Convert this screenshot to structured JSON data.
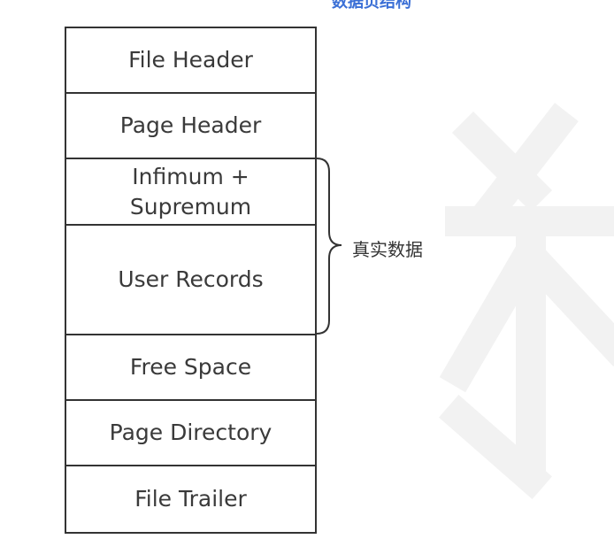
{
  "caption": {
    "top": "数据页结构"
  },
  "blocks": [
    {
      "name": "file-header-block",
      "label": "File Header"
    },
    {
      "name": "page-header-block",
      "label": "Page Header"
    },
    {
      "name": "infimum-supremum-block",
      "label": "Infimum +\nSupremum"
    },
    {
      "name": "user-records-block",
      "label": "User Records"
    },
    {
      "name": "free-space-block",
      "label": "Free Space"
    },
    {
      "name": "page-directory-block",
      "label": "Page Directory"
    },
    {
      "name": "file-trailer-block",
      "label": "File Trailer"
    }
  ],
  "brace": {
    "label": "真实数据"
  },
  "colors": {
    "border": "#333333",
    "text": "#3a3a3a",
    "caption": "#3a6fd6",
    "watermark": "#f2f2f2"
  }
}
